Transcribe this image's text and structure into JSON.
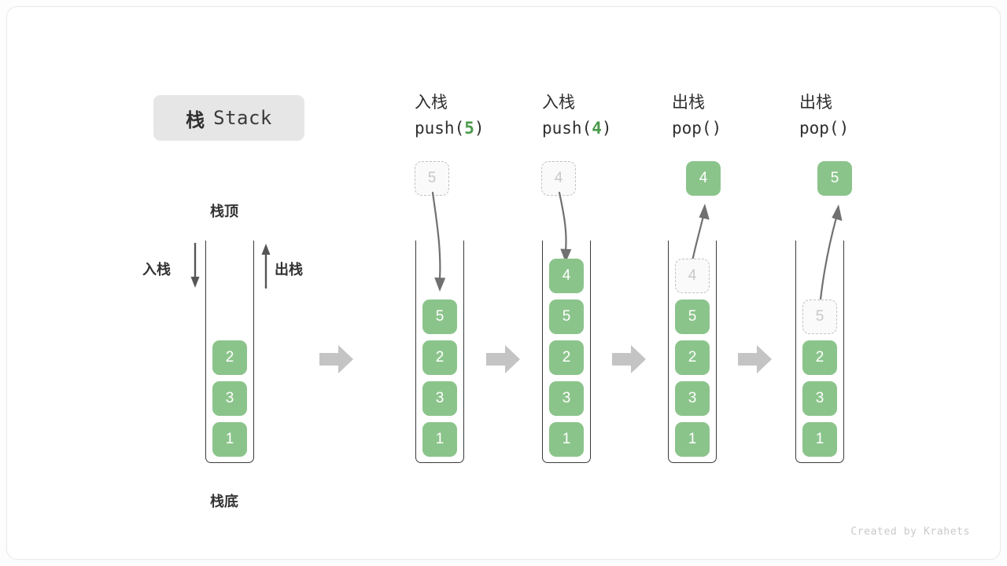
{
  "title": {
    "cn": "栈",
    "en": "Stack"
  },
  "labels": {
    "top": "栈顶",
    "bottom": "栈底",
    "push": "入栈",
    "pop": "出栈"
  },
  "footer": "Created by Krahets",
  "colors": {
    "cell_fill": "#8bc48b",
    "cell_text": "#ffffff",
    "ghost_border": "#c2c2c2",
    "ghost_text": "#c8c8c8",
    "accent_green": "#4a9a4a",
    "separator_arrow": "#c4c4c4",
    "frame": "#3a3a3a",
    "badge_bg": "#e6e6e6"
  },
  "columns": [
    {
      "id": "initial",
      "head_cn": "",
      "head_code_prefix": "",
      "head_code_arg": "",
      "head_code_suffix": "",
      "stack": [
        "2",
        "3",
        "1"
      ],
      "ghost_in_stack": null,
      "floating": null,
      "floating_style": null,
      "arrow": null
    },
    {
      "id": "push5",
      "head_cn": "入栈",
      "head_code_prefix": "push(",
      "head_code_arg": "5",
      "head_code_suffix": ")",
      "stack": [
        "5",
        "2",
        "3",
        "1"
      ],
      "ghost_in_stack": null,
      "floating": "5",
      "floating_style": "ghost",
      "arrow": "down"
    },
    {
      "id": "push4",
      "head_cn": "入栈",
      "head_code_prefix": "push(",
      "head_code_arg": "4",
      "head_code_suffix": ")",
      "stack": [
        "4",
        "5",
        "2",
        "3",
        "1"
      ],
      "ghost_in_stack": null,
      "floating": "4",
      "floating_style": "ghost",
      "arrow": "down"
    },
    {
      "id": "pop4",
      "head_cn": "出栈",
      "head_code_prefix": "pop(",
      "head_code_arg": "",
      "head_code_suffix": ")",
      "stack": [
        "5",
        "2",
        "3",
        "1"
      ],
      "ghost_in_stack": "4",
      "floating": "4",
      "floating_style": "solid",
      "arrow": "up"
    },
    {
      "id": "pop5",
      "head_cn": "出栈",
      "head_code_prefix": "pop(",
      "head_code_arg": "",
      "head_code_suffix": ")",
      "stack": [
        "2",
        "3",
        "1"
      ],
      "ghost_in_stack": "5",
      "floating": "5",
      "floating_style": "solid",
      "arrow": "up"
    }
  ]
}
